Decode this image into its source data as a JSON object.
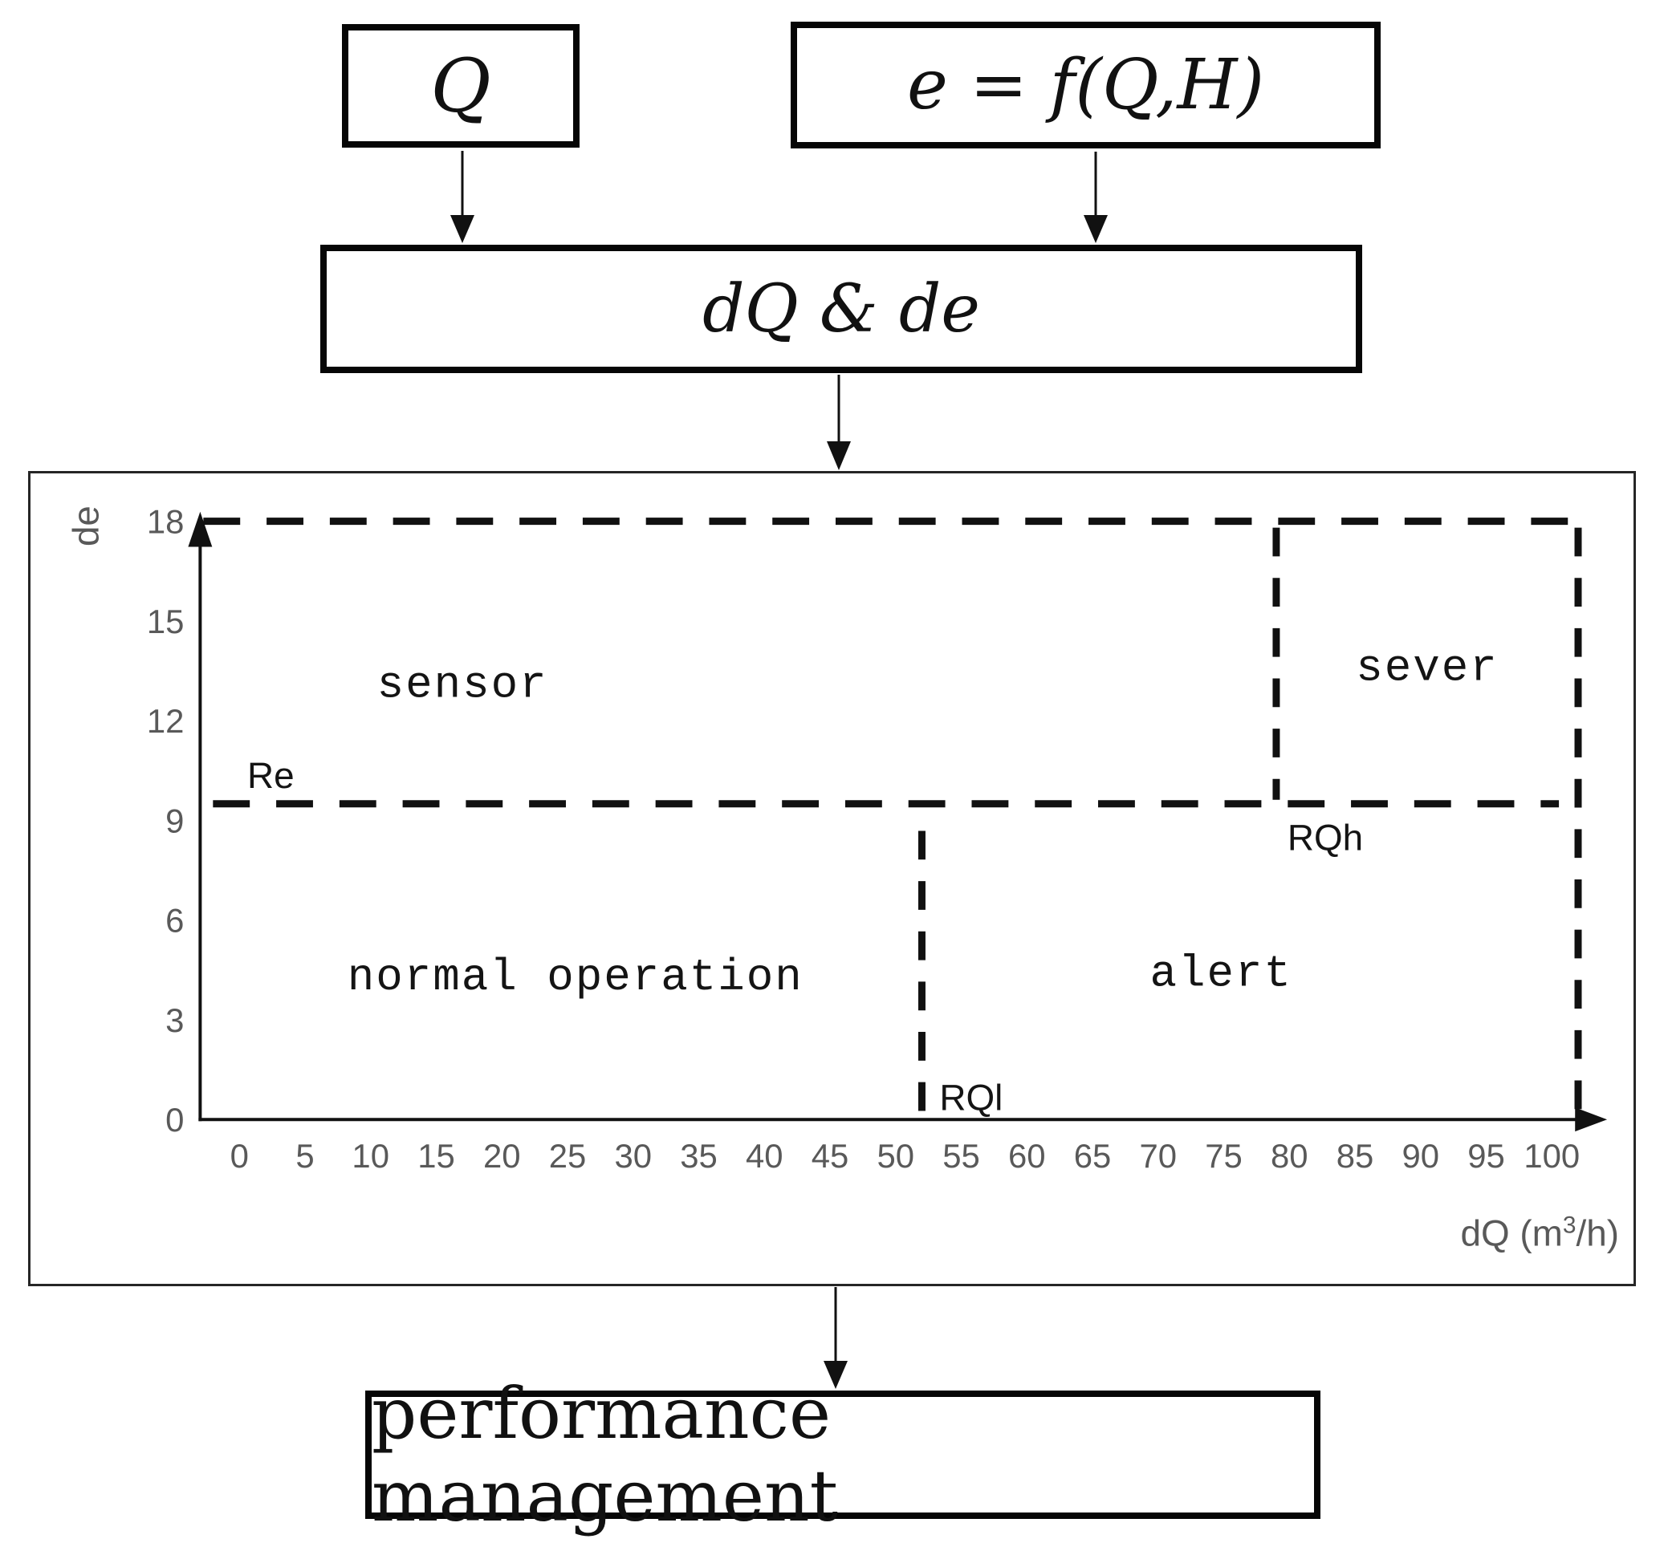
{
  "flowchart": {
    "input_q": "Q",
    "input_e": "e = f(Q,H)",
    "delta_box": "dQ & de",
    "output_box": "performance management"
  },
  "chart_data": {
    "type": "region-diagram",
    "title": "",
    "x_axis": {
      "label_prefix": "dQ (m",
      "label_sup": "3",
      "label_suffix": "/h)",
      "ticks": [
        0,
        5,
        10,
        15,
        20,
        25,
        30,
        35,
        40,
        45,
        50,
        55,
        60,
        65,
        70,
        75,
        80,
        85,
        90,
        95,
        100
      ],
      "range": [
        0,
        100
      ],
      "grid": false
    },
    "y_axis": {
      "label": "de",
      "ticks": [
        0,
        3,
        6,
        9,
        12,
        15,
        18
      ],
      "range": [
        0,
        18
      ],
      "grid": false
    },
    "boundaries": {
      "top_level_de": 18,
      "re_level_de": 9.5,
      "rql_dq": 52,
      "rqh_dq": 79,
      "right_dq": 102
    },
    "boundary_labels": {
      "re": "Re",
      "rqh": "RQh",
      "rql": "RQl"
    },
    "regions": [
      {
        "label": "sensor",
        "x": 17.0,
        "y": 13.2
      },
      {
        "label": "sever",
        "x": 90.5,
        "y": 13.7
      },
      {
        "label": "normal operation",
        "x": 25.6,
        "y": 4.4
      },
      {
        "label": "alert",
        "x": 74.8,
        "y": 4.5
      }
    ]
  }
}
